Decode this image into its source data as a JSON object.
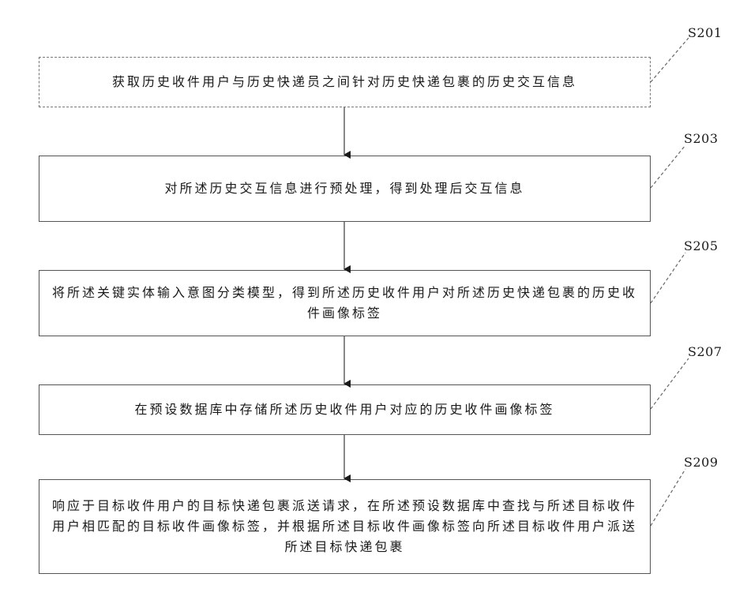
{
  "steps": [
    {
      "label": "S201",
      "text": "获取历史收件用户与历史快递员之间针对历史快递包裹的历史交互信息"
    },
    {
      "label": "S203",
      "text": "对所述历史交互信息进行预处理，得到处理后交互信息"
    },
    {
      "label": "S205",
      "text": "将所述关键实体输入意图分类模型，得到所述历史收件用户对所述历史快递包裹的历史收件画像标签"
    },
    {
      "label": "S207",
      "text": "在预设数据库中存储所述历史收件用户对应的历史收件画像标签"
    },
    {
      "label": "S209",
      "text": "响应于目标收件用户的目标快递包裹派送请求，在所述预设数据库中查找与所述目标收件用户相匹配的目标收件画像标签，并根据所述目标收件画像标签向所述目标收件用户派送所述目标快递包裹"
    }
  ],
  "colors": {
    "line": "#555555",
    "text": "#1a1a1a"
  }
}
